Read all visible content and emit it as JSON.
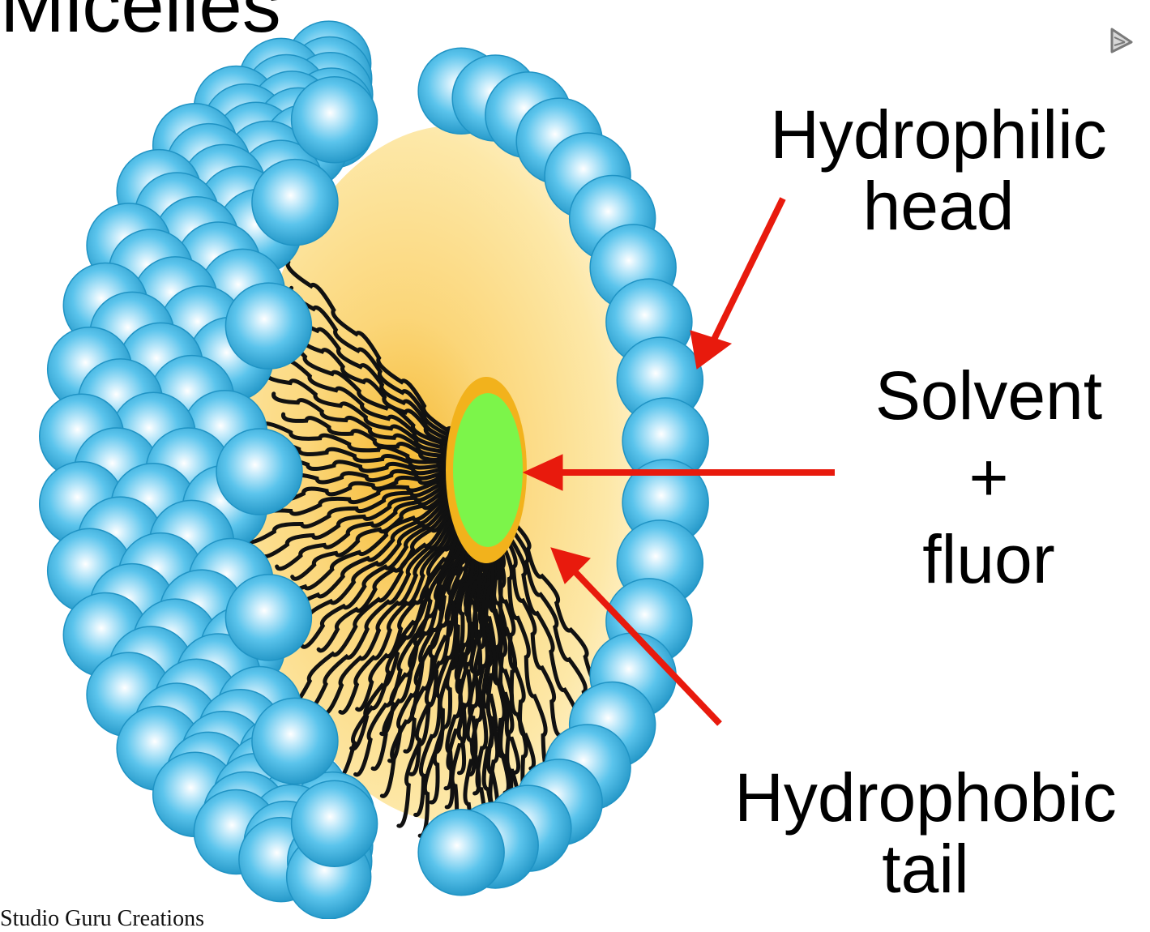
{
  "title": "Micelles",
  "credit": "Studio Guru Creations",
  "labels": {
    "head_line1": "Hydrophilic",
    "head_line2": "head",
    "solvent_line1": "Solvent",
    "solvent_line2": "+",
    "solvent_line3": "fluor",
    "tail_line1": "Hydrophobic",
    "tail_line2": "tail"
  },
  "colors": {
    "head_sphere": "#5bc4ec",
    "head_sphere_rim": "#1f93c4",
    "core_fill": "#fde8a8",
    "core_center": "#f5b830",
    "fluor": "#7cf54a",
    "arrow": "#e81a0d",
    "tail": "#111111"
  },
  "icons": {
    "corner": "play-triangle-icon"
  }
}
